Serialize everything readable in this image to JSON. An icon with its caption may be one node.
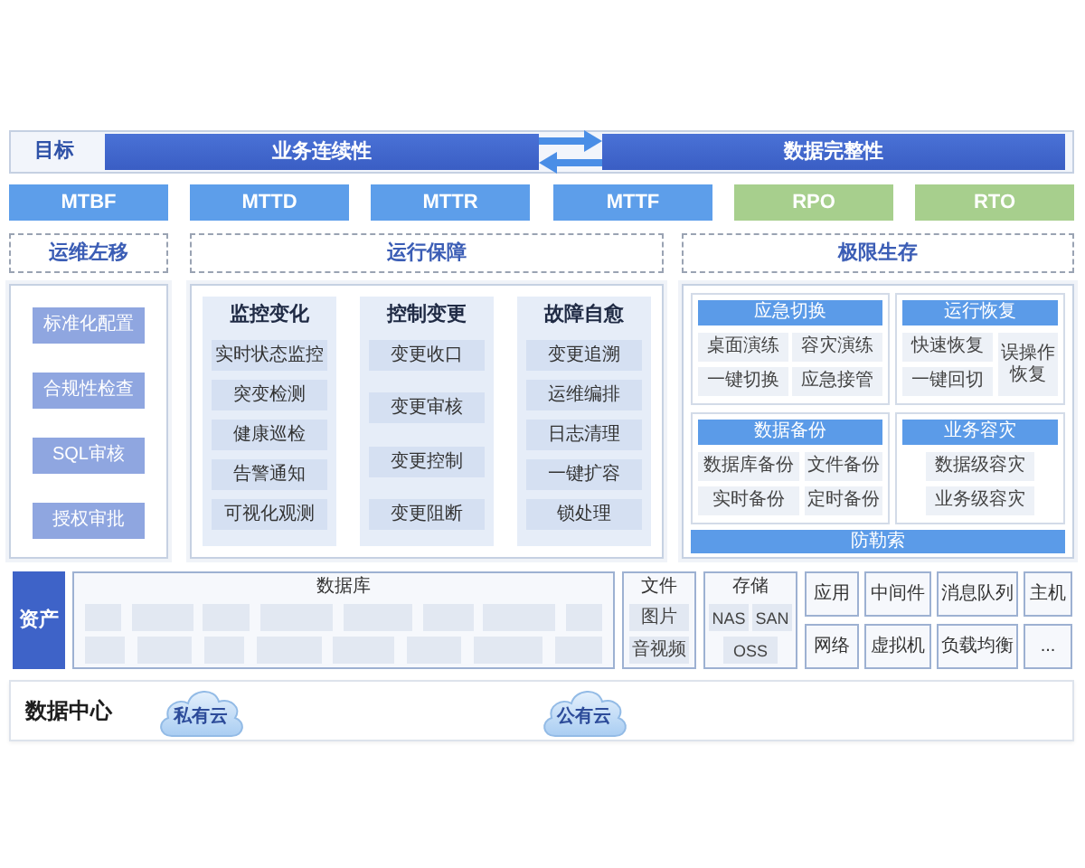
{
  "diagram": {
    "nodes": [
      {
        "text": [
          "目标"
        ]
      },
      {
        "text": [
          "业务连续性"
        ],
        "in": 0
      },
      {
        "text": [
          "数据完整性"
        ],
        "in": 0
      },
      {
        "text": [
          "MTBF"
        ]
      },
      {
        "text": [
          "MTTD"
        ]
      },
      {
        "text": [
          "MTTR"
        ]
      },
      {
        "text": [
          "MTTF"
        ]
      },
      {
        "text": [
          "RPO"
        ]
      },
      {
        "text": [
          "RTO"
        ]
      },
      {
        "text": [
          "运维左移"
        ]
      },
      {
        "text": [
          "运行保障"
        ]
      },
      {
        "text": [
          "极限生存"
        ]
      },
      {
        "text": [],
        "shape": "box"
      },
      {
        "text": [
          "标准化配置"
        ],
        "in": 12
      },
      {
        "text": [
          "合规性检查"
        ],
        "in": 12
      },
      {
        "text": [
          "SQL审核"
        ],
        "in": 12
      },
      {
        "text": [
          "授权审批"
        ],
        "in": 12
      },
      {
        "text": [],
        "shape": "box"
      },
      {
        "text": [
          "监控变化"
        ],
        "in": 17
      },
      {
        "text": [
          "实时状态监控"
        ],
        "in": 18
      },
      {
        "text": [
          "突变检测"
        ],
        "in": 18
      },
      {
        "text": [
          "健康巡检"
        ],
        "in": 18
      },
      {
        "text": [
          "告警通知"
        ],
        "in": 18
      },
      {
        "text": [
          "可视化观测"
        ],
        "in": 18
      },
      {
        "text": [
          "控制变更"
        ],
        "in": 17
      },
      {
        "text": [
          "变更收口"
        ],
        "in": 24
      },
      {
        "text": [
          "变更审核"
        ],
        "in": 24
      },
      {
        "text": [
          "变更控制"
        ],
        "in": 24
      },
      {
        "text": [
          "变更阻断"
        ],
        "in": 24
      },
      {
        "text": [
          "故障自愈"
        ],
        "in": 17
      },
      {
        "text": [
          "变更追溯"
        ],
        "in": 29
      },
      {
        "text": [
          "运维编排"
        ],
        "in": 29
      },
      {
        "text": [
          "日志清理"
        ],
        "in": 29
      },
      {
        "text": [
          "一键扩容"
        ],
        "in": 29
      },
      {
        "text": [
          "锁处理"
        ],
        "in": 29
      },
      {
        "text": [],
        "shape": "box"
      },
      {
        "text": [
          "应急切换"
        ],
        "in": 35
      },
      {
        "text": [
          "桌面演练"
        ],
        "in": 36
      },
      {
        "text": [
          "容灾演练"
        ],
        "in": 36
      },
      {
        "text": [
          "一键切换"
        ],
        "in": 36
      },
      {
        "text": [
          "应急接管"
        ],
        "in": 36
      },
      {
        "text": [
          "运行恢复"
        ],
        "in": 35
      },
      {
        "text": [
          "快速恢复"
        ],
        "in": 41
      },
      {
        "text": [
          "误操作恢复"
        ],
        "in": 41
      },
      {
        "text": [
          "一键回切"
        ],
        "in": 41
      },
      {
        "text": [
          "数据备份"
        ],
        "in": 35
      },
      {
        "text": [
          "数据库备份"
        ],
        "in": 45
      },
      {
        "text": [
          "文件备份"
        ],
        "in": 45
      },
      {
        "text": [
          "实时备份"
        ],
        "in": 45
      },
      {
        "text": [
          "定时备份"
        ],
        "in": 45
      },
      {
        "text": [
          "业务容灾"
        ],
        "in": 35
      },
      {
        "text": [
          "数据级容灾"
        ],
        "in": 50
      },
      {
        "text": [
          "业务级容灾"
        ],
        "in": 50
      },
      {
        "text": [
          "防勒索"
        ],
        "in": 35
      },
      {
        "text": [
          "资产"
        ]
      },
      {
        "text": [
          "数据库"
        ]
      },
      {
        "text": [],
        "shape": "box",
        "in": 55
      },
      {
        "text": [],
        "shape": "box",
        "in": 55
      },
      {
        "text": [],
        "shape": "box",
        "in": 55
      },
      {
        "text": [],
        "shape": "box",
        "in": 55
      },
      {
        "text": [],
        "shape": "box",
        "in": 55
      },
      {
        "text": [],
        "shape": "box",
        "in": 55
      },
      {
        "text": [],
        "shape": "box",
        "in": 55
      },
      {
        "text": [],
        "shape": "box",
        "in": 55
      },
      {
        "text": [],
        "shape": "box",
        "in": 55
      },
      {
        "text": [],
        "shape": "box",
        "in": 55
      },
      {
        "text": [],
        "shape": "box",
        "in": 55
      },
      {
        "text": [],
        "shape": "box",
        "in": 55
      },
      {
        "text": [],
        "shape": "box",
        "in": 55
      },
      {
        "text": [],
        "shape": "box",
        "in": 55
      },
      {
        "text": [],
        "shape": "box",
        "in": 55
      },
      {
        "text": [],
        "shape": "box",
        "in": 55
      },
      {
        "text": [
          "文件"
        ]
      },
      {
        "text": [
          "图片"
        ],
        "in": 72
      },
      {
        "text": [
          "音视频"
        ],
        "in": 72
      },
      {
        "text": [
          "存储"
        ]
      },
      {
        "text": [
          "NAS"
        ],
        "in": 75
      },
      {
        "text": [
          "SAN"
        ],
        "in": 75
      },
      {
        "text": [
          "OSS"
        ],
        "in": 75
      },
      {
        "text": [
          "应用"
        ]
      },
      {
        "text": [
          "中间件"
        ]
      },
      {
        "text": [
          "消息队列"
        ]
      },
      {
        "text": [
          "主机"
        ]
      },
      {
        "text": [
          "网络"
        ]
      },
      {
        "text": [
          "虚拟机"
        ]
      },
      {
        "text": [
          "负载均衡"
        ]
      },
      {
        "text": [
          "..."
        ]
      },
      {
        "text": [
          "数据中心"
        ]
      },
      {
        "text": [
          "私有云"
        ],
        "in": 87
      },
      {
        "text": [
          "公有云"
        ],
        "in": 87
      }
    ],
    "edges": [
      {
        "from": 1,
        "to": 2,
        "arrow": "to"
      },
      {
        "from": 2,
        "to": 1,
        "arrow": "to"
      }
    ]
  }
}
